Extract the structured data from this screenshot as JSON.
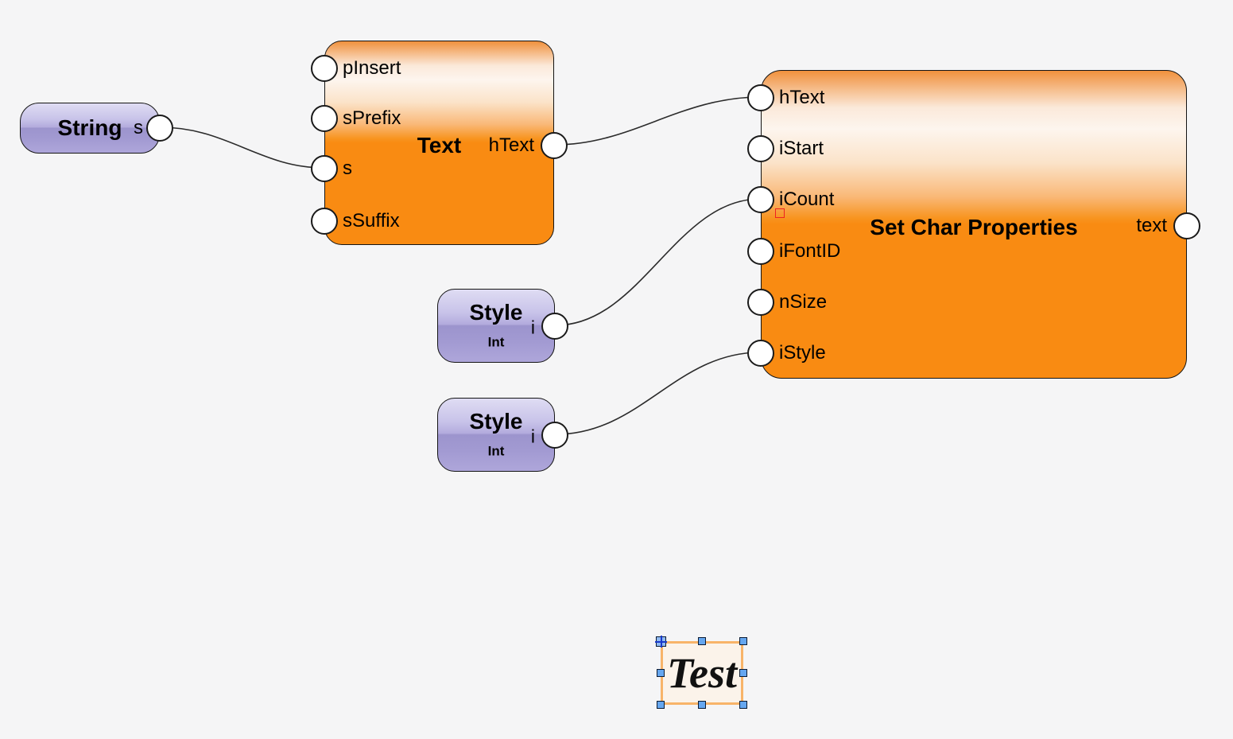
{
  "nodes": {
    "string": {
      "title": "String",
      "output": {
        "label": "s"
      }
    },
    "text": {
      "title": "Text",
      "inputs": [
        {
          "label": "pInsert"
        },
        {
          "label": "sPrefix"
        },
        {
          "label": "s"
        },
        {
          "label": "sSuffix"
        }
      ],
      "output": {
        "label": "hText"
      }
    },
    "set_char_properties": {
      "title": "Set Char Properties",
      "inputs": [
        {
          "label": "hText"
        },
        {
          "label": "iStart"
        },
        {
          "label": "iCount"
        },
        {
          "label": "iFontID"
        },
        {
          "label": "nSize"
        },
        {
          "label": "iStyle"
        }
      ],
      "output": {
        "label": "text"
      }
    },
    "style_1": {
      "title": "Style",
      "subtitle": "Int",
      "output": {
        "label": "i"
      }
    },
    "style_2": {
      "title": "Style",
      "subtitle": "Int",
      "output": {
        "label": "i"
      }
    }
  },
  "preview": {
    "text": "Test"
  },
  "colors": {
    "background": "#f5f5f6",
    "node_orange": "#f98b12",
    "node_purple": "#aea6da",
    "wire": "#2b2b2b",
    "port_fill": "#ffffff",
    "selection_border_orange": "#f8b469",
    "selection_handle_blue": "#66a7f0",
    "icount_marker_red": "#ee2222"
  }
}
